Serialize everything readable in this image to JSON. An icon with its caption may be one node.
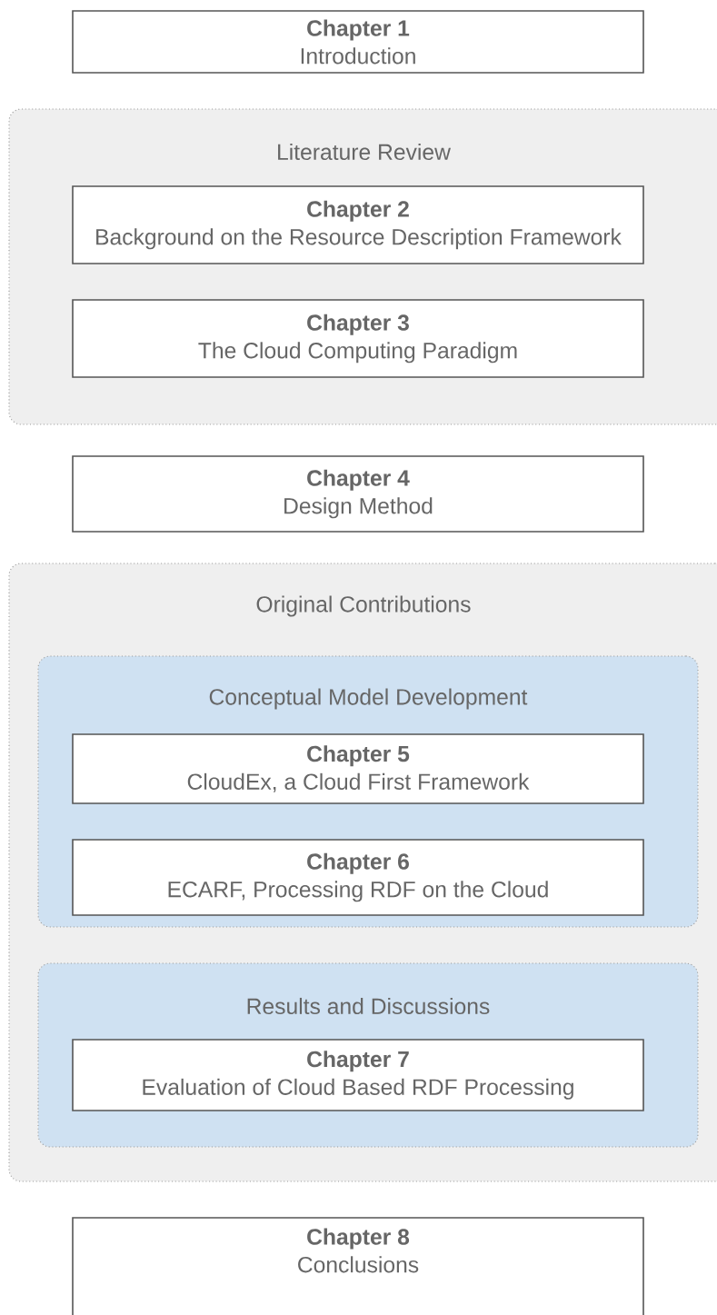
{
  "diagram": {
    "nodes": [
      {
        "text": [
          "Chapter 1",
          "Introduction"
        ]
      },
      {
        "text": [
          "Literature Review"
        ]
      },
      {
        "text": [
          "Chapter 2",
          "Background on the Resource Description Framework"
        ],
        "in": 1
      },
      {
        "text": [
          "Chapter 3",
          "The Cloud Computing Paradigm"
        ],
        "in": 1
      },
      {
        "text": [
          "Chapter 4",
          "Design Method"
        ]
      },
      {
        "text": [
          "Original Contributions"
        ]
      },
      {
        "text": [
          "Conceptual Model Development"
        ],
        "in": 5
      },
      {
        "text": [
          "Chapter 5",
          "CloudEx, a Cloud First Framework"
        ],
        "in": 6
      },
      {
        "text": [
          "Chapter 6",
          "ECARF, Processing RDF on the Cloud"
        ],
        "in": 6
      },
      {
        "text": [
          "Results and Discussions"
        ],
        "in": 5
      },
      {
        "text": [
          "Chapter 7",
          "Evaluation of Cloud Based RDF Processing"
        ],
        "in": 9
      },
      {
        "text": [
          "Chapter 8",
          "Conclusions"
        ]
      }
    ]
  }
}
